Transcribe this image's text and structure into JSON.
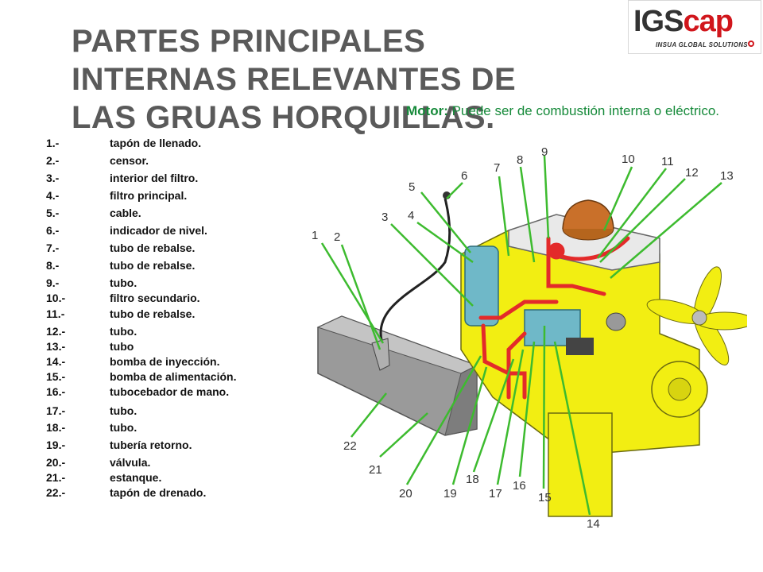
{
  "title": "PARTES PRINCIPALES INTERNAS RELEVANTES DE LAS GRUAS HORQUILLAS.",
  "logo": {
    "brand_main": "IGS",
    "brand_accent": "cap",
    "tagline": "INSUA GLOBAL SOLUTIONS"
  },
  "motor": {
    "label": "Motor:",
    "text": "Puede ser de combustión interna o eléctrico."
  },
  "parts": [
    {
      "num": "1.-",
      "name": "tapón de llenado."
    },
    {
      "num": "2.-",
      "name": "censor."
    },
    {
      "num": "3.-",
      "name": "interior del filtro."
    },
    {
      "num": "4.-",
      "name": "filtro principal."
    },
    {
      "num": "5.-",
      "name": "cable."
    },
    {
      "num": "6.-",
      "name": "indicador de nivel."
    },
    {
      "num": "7.-",
      "name": "tubo de rebalse."
    },
    {
      "num": "8.-",
      "name": "tubo de rebalse."
    },
    {
      "num": "9.-",
      "name": "tubo."
    },
    {
      "num": "10.-",
      "name": "filtro secundario."
    },
    {
      "num": "11.-",
      "name": "tubo de rebalse."
    },
    {
      "num": "12.-",
      "name": "tubo."
    },
    {
      "num": "13.-",
      "name": "tubo"
    },
    {
      "num": "14.-",
      "name": "bomba de inyección."
    },
    {
      "num": "15.-",
      "name": "bomba de alimentación."
    },
    {
      "num": "16.-",
      "name": "tubocebador de mano."
    },
    {
      "num": "17.-",
      "name": "tubo."
    },
    {
      "num": "18.-",
      "name": "tubo."
    },
    {
      "num": "19.-",
      "name": "tubería retorno."
    },
    {
      "num": "20.-",
      "name": "válvula."
    },
    {
      "num": "21.-",
      "name": "estanque."
    },
    {
      "num": "22.-",
      "name": "tapón de drenado."
    }
  ],
  "callouts": [
    "1",
    "2",
    "3",
    "4",
    "5",
    "6",
    "7",
    "8",
    "9",
    "10",
    "11",
    "12",
    "13",
    "14",
    "15",
    "16",
    "17",
    "18",
    "19",
    "20",
    "21",
    "22"
  ],
  "colors": {
    "title": "#5a5a5a",
    "motor_text": "#168a3a",
    "logo_accent": "#d1161c",
    "engine_body": "#f2ee12",
    "fuel_line": "#e32a2a",
    "leader_line": "#3dbb2f",
    "tank": "#9a9a9a",
    "filter": "#6fb8c8"
  }
}
